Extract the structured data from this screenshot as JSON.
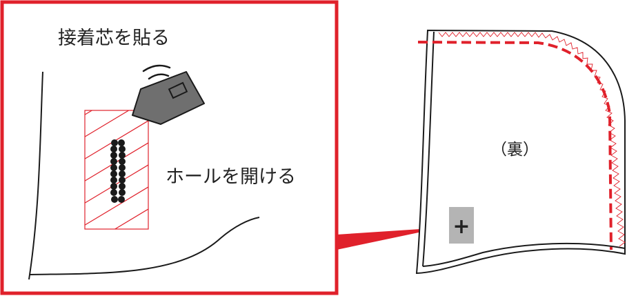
{
  "callout": {
    "step1_label": "接着芯を貼る",
    "step2_label": "ホールを開ける"
  },
  "fabric": {
    "reverse_label": "（裏）",
    "mark_glyph": "+"
  },
  "colors": {
    "accent_red": "#e0212b",
    "iron_gray": "#6f6f6f",
    "marker_gray": "#b4b4b4",
    "stitch_black": "#1a1a1a"
  },
  "icons": [
    "iron-icon",
    "steam-icon",
    "buttonhole-stitch",
    "interfacing-hatch",
    "zigzag-stitch",
    "seam-line"
  ]
}
